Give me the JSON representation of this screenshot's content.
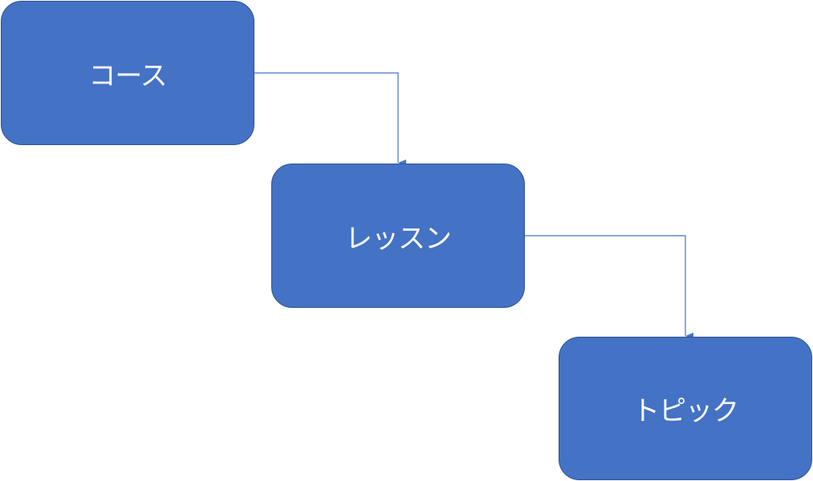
{
  "diagram": {
    "nodes": [
      {
        "id": "course",
        "label": "コース"
      },
      {
        "id": "lesson",
        "label": "レッスン"
      },
      {
        "id": "topic",
        "label": "トピック"
      }
    ],
    "edges": [
      {
        "from": "course",
        "to": "lesson"
      },
      {
        "from": "lesson",
        "to": "topic"
      }
    ]
  },
  "colors": {
    "node_fill": "#4472c4",
    "node_border": "#2f528f",
    "connector": "#4472c4",
    "label": "#ffffff"
  }
}
